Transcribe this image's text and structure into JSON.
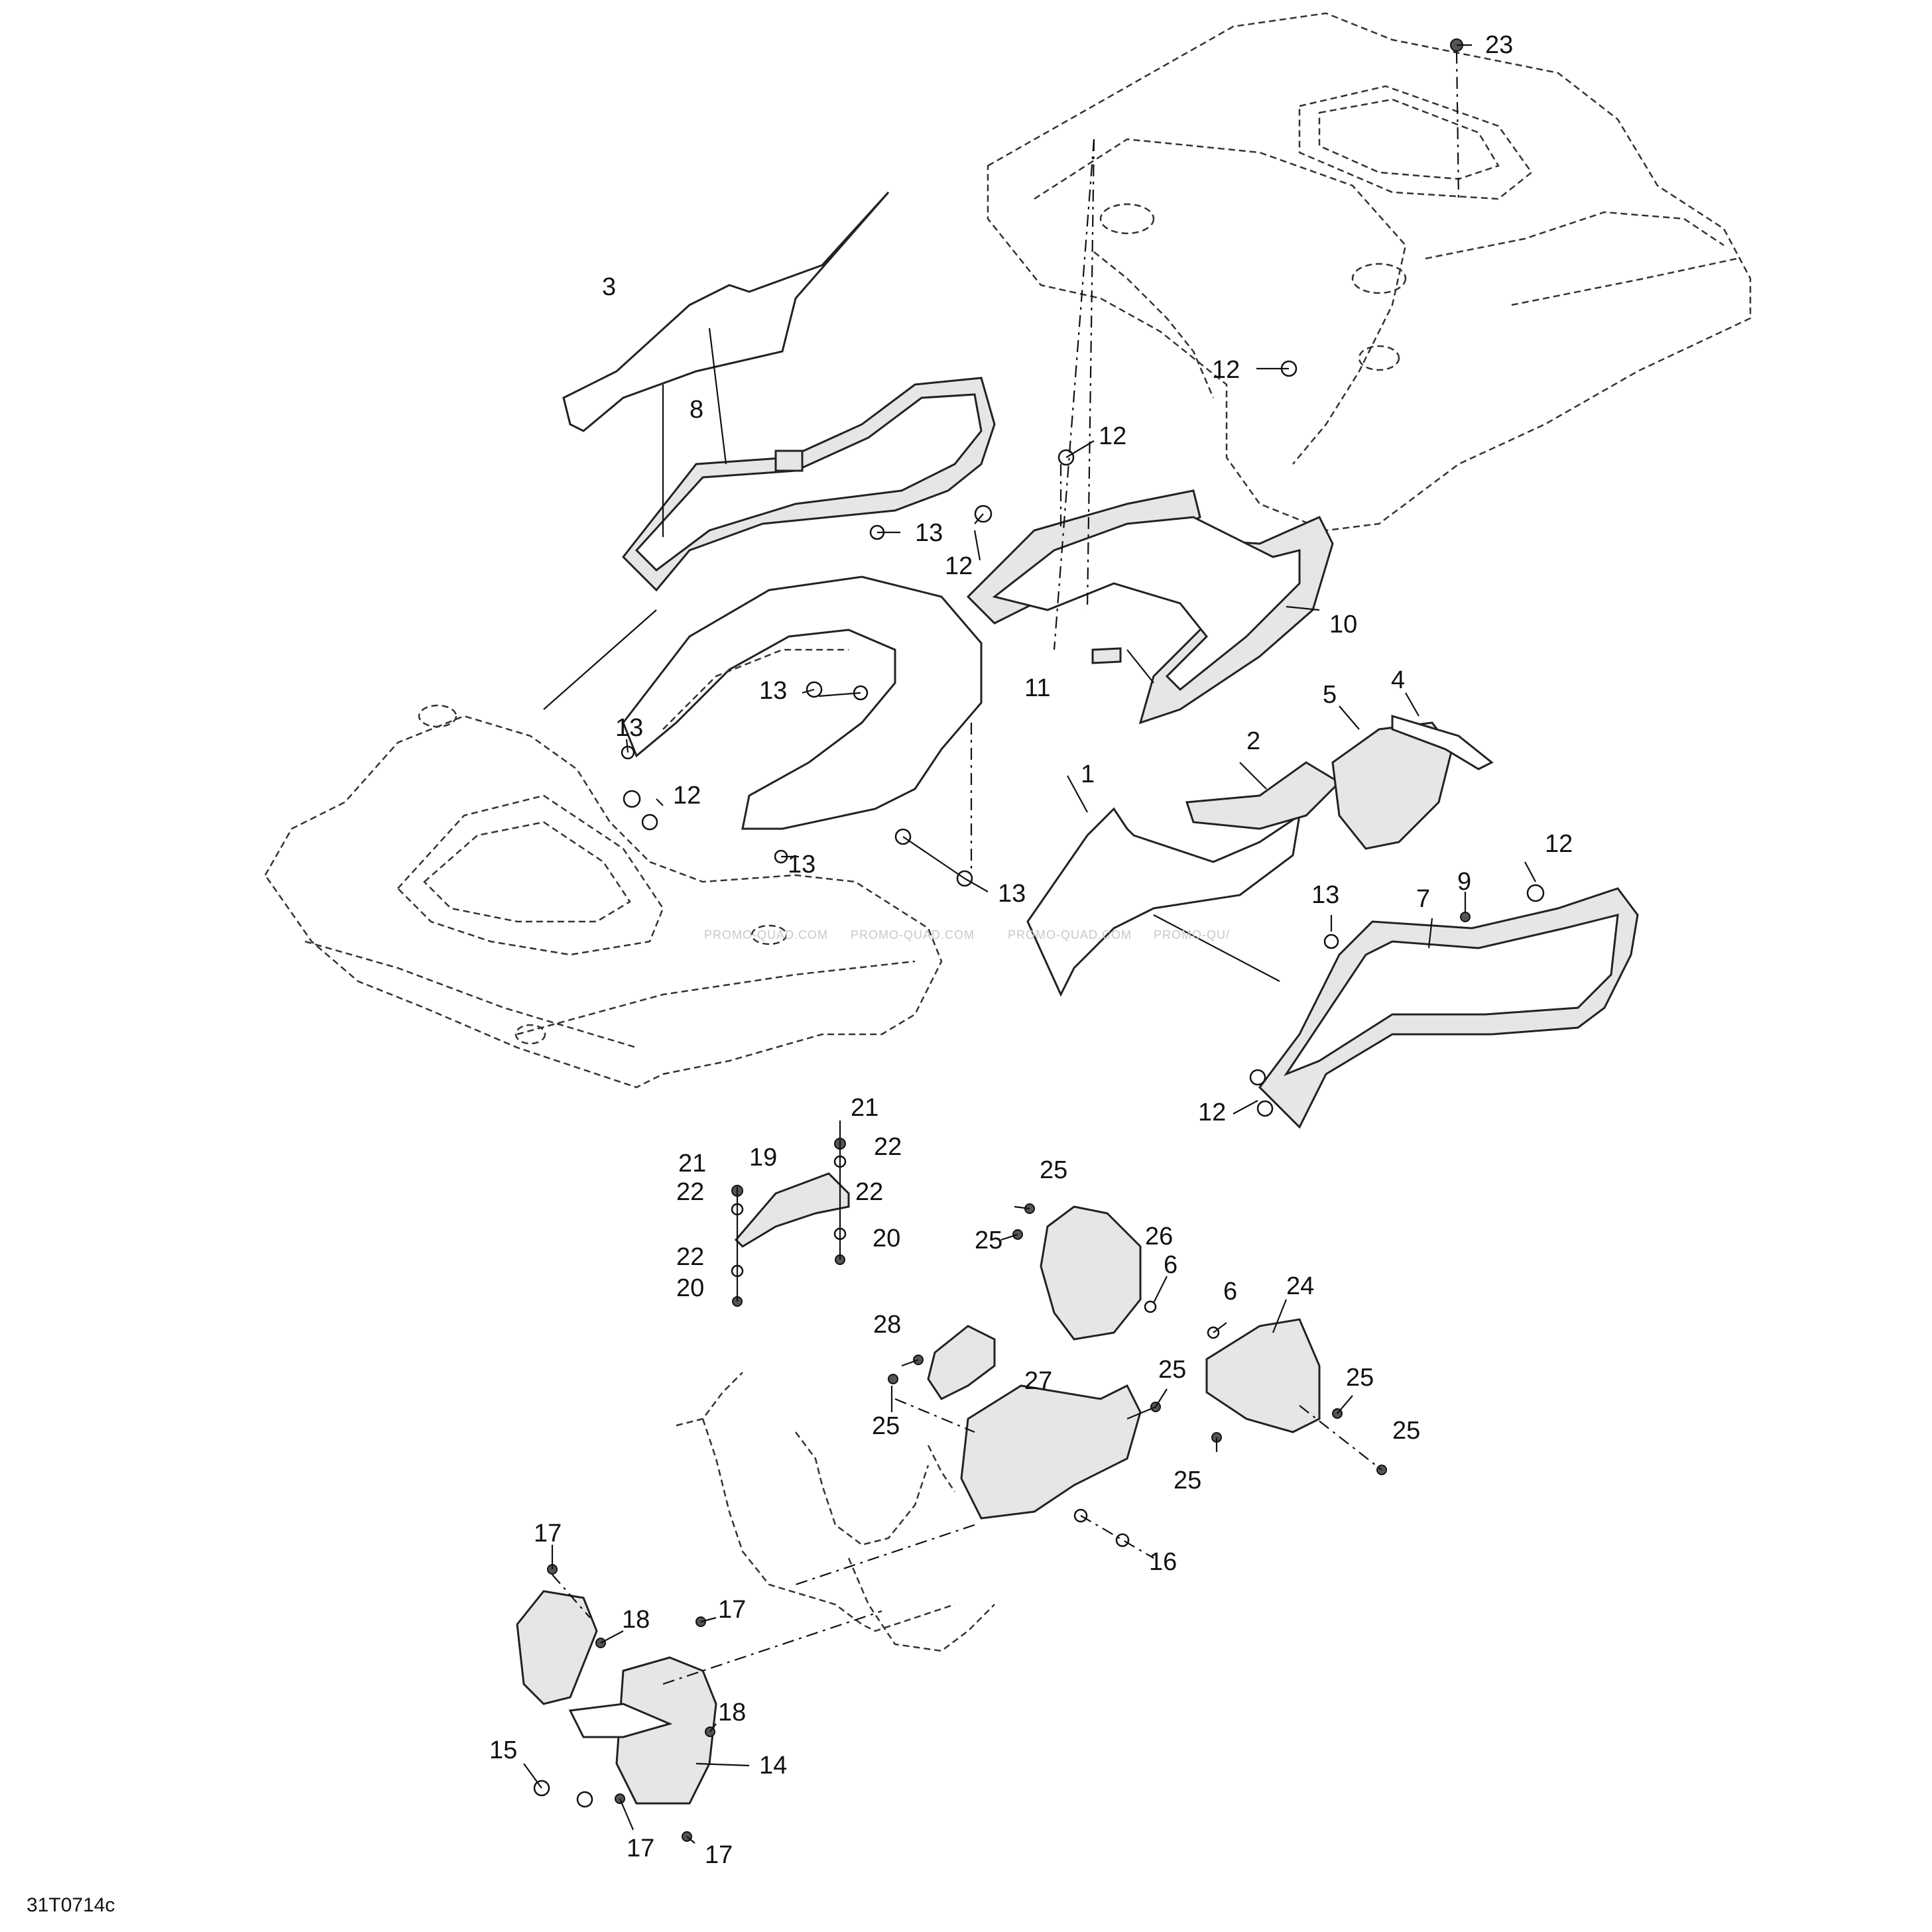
{
  "diagram": {
    "drawing_code": "31T0714c",
    "watermarks": [
      "PROMO-QUAD.COM",
      "PROMO-QUAD.COM",
      "PROMO-QUAD.COM",
      "PROMO-QU/"
    ],
    "callouts": {
      "c1": "1",
      "c2": "2",
      "c3": "3",
      "c4": "4",
      "c5": "5",
      "c6a": "6",
      "c6b": "6",
      "c7": "7",
      "c8": "8",
      "c9": "9",
      "c10": "10",
      "c11": "11",
      "c12a": "12",
      "c12b": "12",
      "c12c": "12",
      "c12d": "12",
      "c12e": "12",
      "c12f": "12",
      "c13a": "13",
      "c13b": "13",
      "c13c": "13",
      "c13d": "13",
      "c13e": "13",
      "c13f": "13",
      "c14": "14",
      "c15": "15",
      "c16": "16",
      "c17a": "17",
      "c17b": "17",
      "c17c": "17",
      "c17d": "17",
      "c18a": "18",
      "c18b": "18",
      "c19": "19",
      "c20a": "20",
      "c20b": "20",
      "c21a": "21",
      "c21b": "21",
      "c22a": "22",
      "c22b": "22",
      "c22c": "22",
      "c22d": "22",
      "c23": "23",
      "c24": "24",
      "c25a": "25",
      "c25b": "25",
      "c25c": "25",
      "c25d": "25",
      "c25e": "25",
      "c25f": "25",
      "c25g": "25",
      "c26": "26",
      "c27": "27",
      "c28": "28"
    }
  }
}
